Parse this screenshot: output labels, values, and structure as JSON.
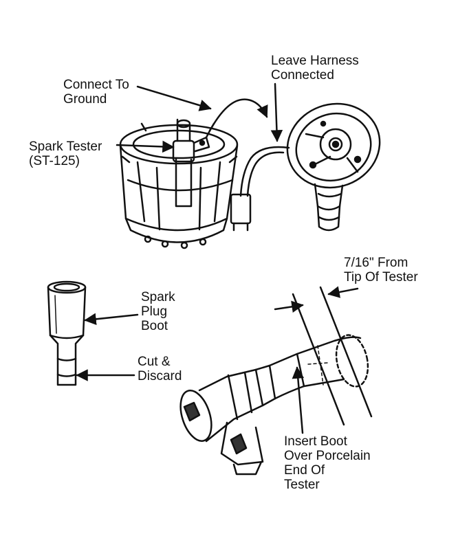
{
  "colors": {
    "ink": "#111111",
    "paper": "#ffffff",
    "shade": "#333333"
  },
  "labels": {
    "connect_ground": [
      "Connect To",
      "Ground"
    ],
    "leave_harness": [
      "Leave Harness",
      "Connected"
    ],
    "spark_tester": [
      "Spark Tester",
      "(ST-125)"
    ],
    "seven_sixteenths": [
      "7/16\" From",
      "Tip Of Tester"
    ],
    "spark_plug_boot": [
      "Spark",
      "Plug",
      "Boot"
    ],
    "cut_discard": [
      "Cut &",
      "Discard"
    ],
    "insert_boot": [
      "Insert Boot",
      "Over Porcelain",
      "End Of",
      "Tester"
    ]
  }
}
